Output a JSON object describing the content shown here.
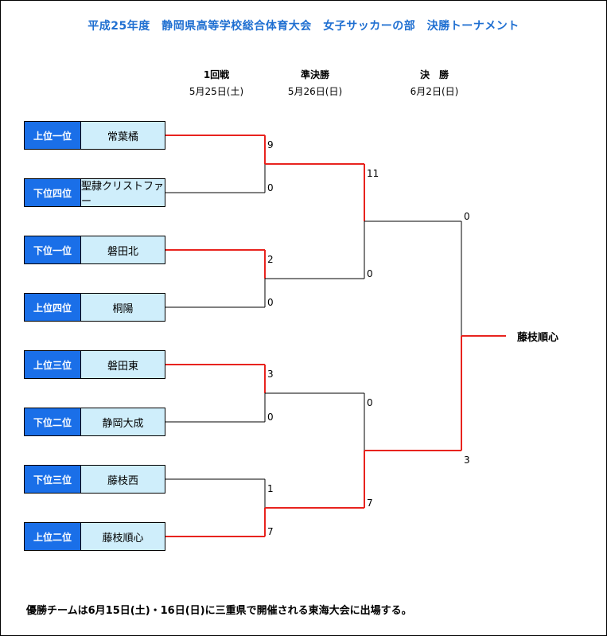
{
  "title": "平成25年度　静岡県高等学校総合体育大会　女子サッカーの部　決勝トーナメント",
  "rounds": [
    {
      "name": "1回戦",
      "date": "5月25日(土)"
    },
    {
      "name": "準決勝",
      "date": "5月26日(日)"
    },
    {
      "name": "決　勝",
      "date": "6月2日(日)"
    }
  ],
  "teams": [
    {
      "seed": "上位一位",
      "name": "常葉橘"
    },
    {
      "seed": "下位四位",
      "name": "聖隷クリストファー"
    },
    {
      "seed": "下位一位",
      "name": "磐田北"
    },
    {
      "seed": "上位四位",
      "name": "桐陽"
    },
    {
      "seed": "上位三位",
      "name": "磐田東"
    },
    {
      "seed": "下位二位",
      "name": "静岡大成"
    },
    {
      "seed": "下位三位",
      "name": "藤枝西"
    },
    {
      "seed": "上位二位",
      "name": "藤枝順心"
    }
  ],
  "scores": {
    "r1": [
      "9",
      "0",
      "2",
      "0",
      "3",
      "0",
      "1",
      "7"
    ],
    "sf": [
      "11",
      "0",
      "0",
      "7"
    ],
    "final": [
      "0",
      "3"
    ]
  },
  "winners": {
    "r1": [
      0,
      0,
      0,
      1
    ],
    "sf": [
      0,
      1
    ],
    "final": 1
  },
  "champion": "藤枝順心",
  "note": "優勝チームは6月15日(土)・16日(日)に三重県で開催される東海大会に出場する。",
  "colors": {
    "win_line": "#e8231e",
    "lose_line": "#000000",
    "seed_bg": "#1a6fe8",
    "name_bg": "#cfeefb",
    "title": "#1f6fd1"
  }
}
